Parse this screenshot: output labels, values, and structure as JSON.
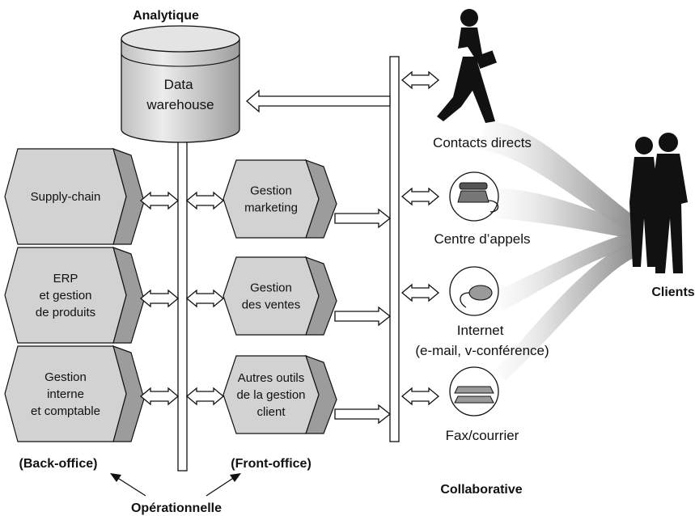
{
  "labels": {
    "analytique": "Analytique",
    "collaborative": "Collaborative",
    "operationnelle": "Opérationnelle",
    "back_office": "(Back-office)",
    "front_office": "(Front-office)",
    "clients": "Clients"
  },
  "data_warehouse": [
    "Data",
    "warehouse"
  ],
  "back_office_modules": [
    [
      "Supply-chain"
    ],
    [
      "ERP",
      "et gestion",
      "de produits"
    ],
    [
      "Gestion",
      "interne",
      "et comptable"
    ]
  ],
  "front_office_modules": [
    [
      "Gestion",
      "marketing"
    ],
    [
      "Gestion",
      "des ventes"
    ],
    [
      "Autres outils",
      "de la gestion",
      "client"
    ]
  ],
  "channels": [
    {
      "icon": "walking-person-icon",
      "lines": [
        "Contacts directs"
      ]
    },
    {
      "icon": "telephone-icon",
      "lines": [
        "Centre d’appels"
      ]
    },
    {
      "icon": "mouse-icon",
      "lines": [
        "Internet",
        "(e-mail, v-conférence)"
      ]
    },
    {
      "icon": "letter-tray-icon",
      "lines": [
        "Fax/courrier"
      ]
    }
  ],
  "colors": {
    "hexagon_fill": "#d2d2d2",
    "hexagon_side": "#9c9c9c",
    "silhouette": "#111111",
    "funnel_light": "#ececec",
    "funnel_dark": "#9a9a9a"
  }
}
